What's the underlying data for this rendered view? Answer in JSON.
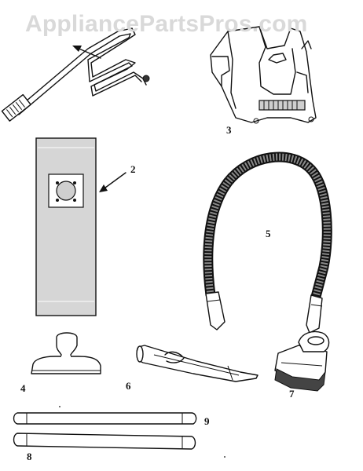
{
  "watermark": "AppliancePartsPros.com",
  "callouts": {
    "part_2": "2",
    "part_3": "3",
    "part_4": "4",
    "part_5": "5",
    "part_6": "6",
    "part_7": "7",
    "part_8": "8",
    "part_9": "9"
  },
  "colors": {
    "line": "#111111",
    "watermark": "#d9d9d9",
    "background": "#ffffff"
  }
}
